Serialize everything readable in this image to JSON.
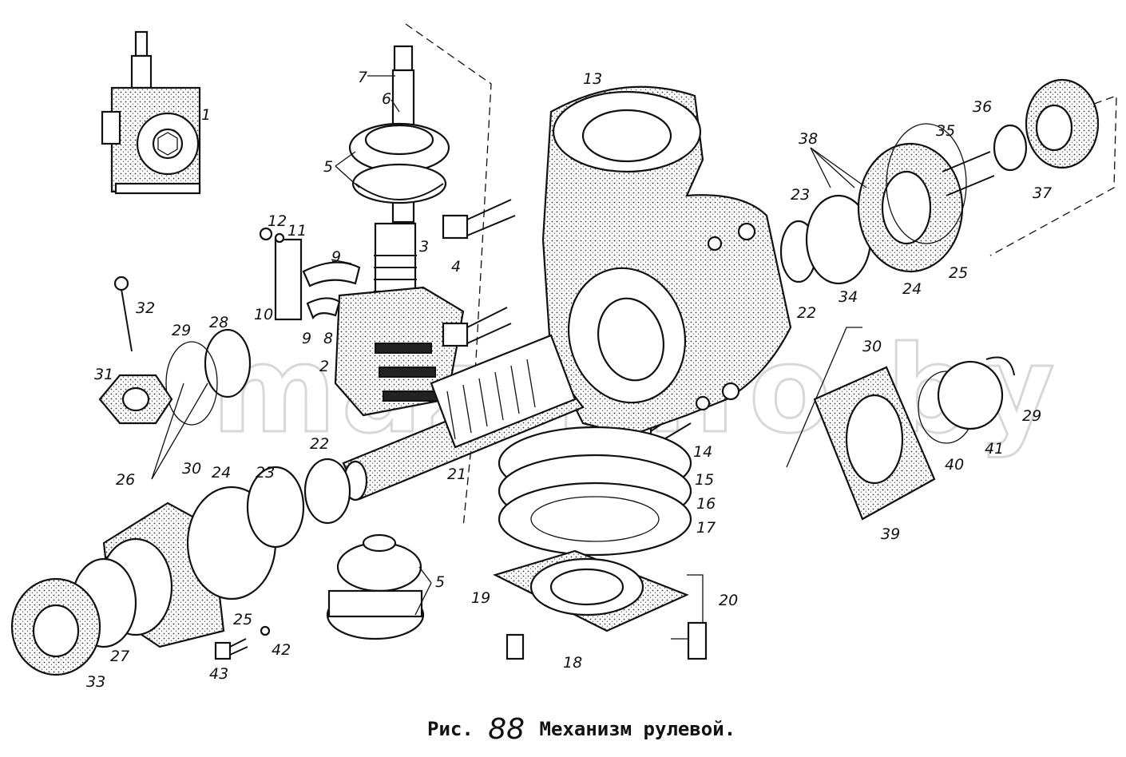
{
  "watermark": "maz-info.by",
  "caption": {
    "prefix": "Рис.",
    "number": "88",
    "title": "Механизм рулевой."
  },
  "labels": {
    "l1": "1",
    "l2": "2",
    "l3": "3",
    "l4": "4",
    "l5a": "5",
    "l5b": "5",
    "l6": "6",
    "l7": "7",
    "l8": "8",
    "l9a": "9",
    "l9b": "9",
    "l10": "10",
    "l11": "11",
    "l12": "12",
    "l13": "13",
    "l14": "14",
    "l15": "15",
    "l16": "16",
    "l17": "17",
    "l18": "18",
    "l19": "19",
    "l20": "20",
    "l21": "21",
    "l22a": "22",
    "l22b": "22",
    "l23a": "23",
    "l23b": "23",
    "l24a": "24",
    "l24b": "24",
    "l25a": "25",
    "l25b": "25",
    "l26": "26",
    "l27": "27",
    "l28": "28",
    "l29a": "29",
    "l29b": "29",
    "l30a": "30",
    "l30b": "30",
    "l31": "31",
    "l32": "32",
    "l33": "33",
    "l34": "34",
    "l35": "35",
    "l36": "36",
    "l37": "37",
    "l38": "38",
    "l39": "39",
    "l40": "40",
    "l41": "41",
    "l42": "42",
    "l43": "43"
  }
}
